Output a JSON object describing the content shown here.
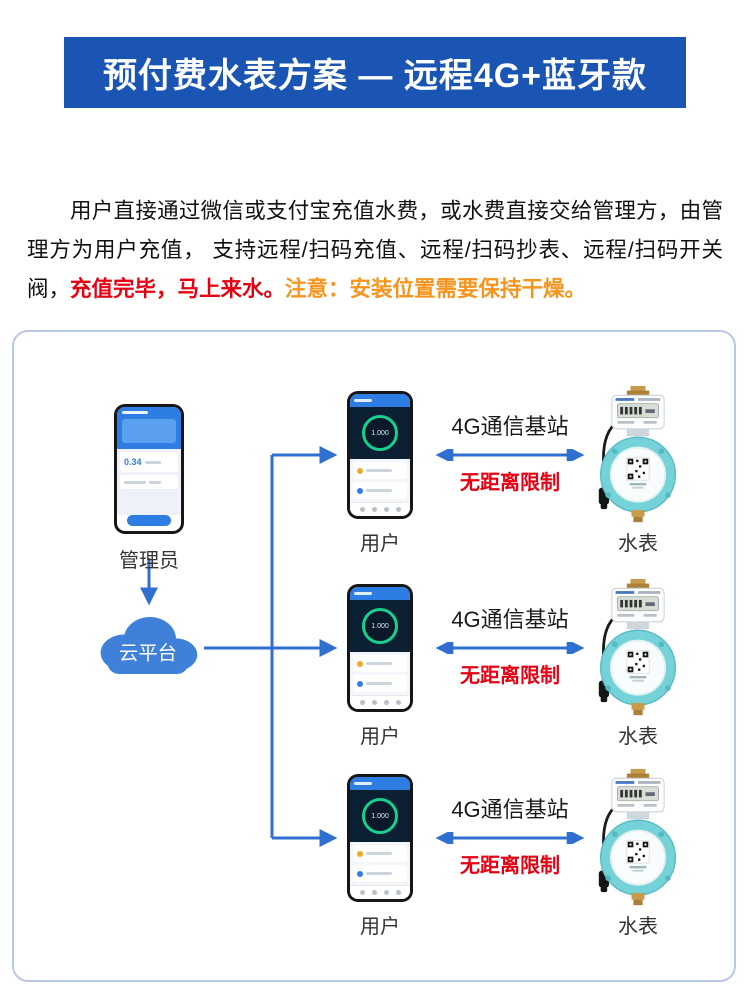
{
  "banner": {
    "title": "预付费水表方案 — 远程4G+蓝牙款"
  },
  "intro": {
    "text_main": "用户直接通过微信或支付宝充值水费，或水费直接交给管理方，由管理方为用户充值， 支持远程/扫码充值、远程/扫码抄表、远程/扫码开关阀，",
    "text_red": "充值完毕，马上来水。",
    "text_orange": "注意：安装位置需要保持干燥。"
  },
  "diagram": {
    "admin": {
      "label": "管理员",
      "app_reading": "0.34"
    },
    "cloud": {
      "label": "云平台"
    },
    "rows": [
      {
        "user_label": "用户",
        "phone_reading": "1.000",
        "link_title": "4G通信基站",
        "link_note": "无距离限制",
        "meter_label": "水表"
      },
      {
        "user_label": "用户",
        "phone_reading": "1.000",
        "link_title": "4G通信基站",
        "link_note": "无距离限制",
        "meter_label": "水表"
      },
      {
        "user_label": "用户",
        "phone_reading": "1.000",
        "link_title": "4G通信基站",
        "link_note": "无距离限制",
        "meter_label": "水表"
      }
    ]
  },
  "colors": {
    "banner_bg": "#1b55b4",
    "accent_blue": "#2f6fd0",
    "alert_red": "#e60012",
    "warn_orange": "#f7941d",
    "meter_teal": "#74d2d8",
    "box_border": "#b9c8e6"
  }
}
